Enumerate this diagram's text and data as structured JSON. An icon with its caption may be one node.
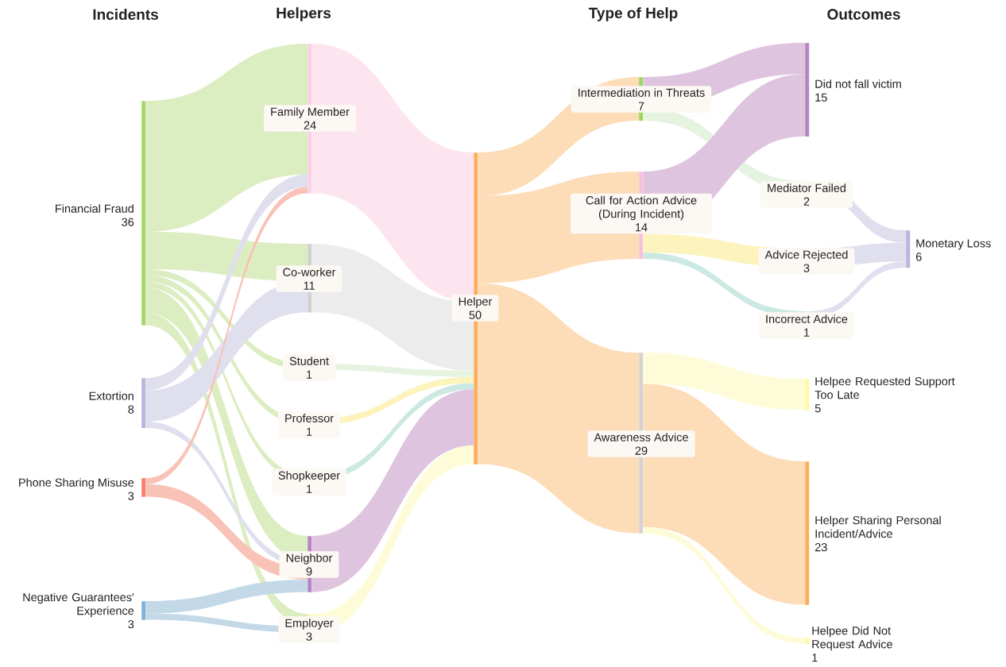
{
  "diagram": {
    "nodes": [
      {
        "text": [
          "Financial Fraud",
          "36"
        ]
      },
      {
        "text": [
          "Extortion",
          "8"
        ]
      },
      {
        "text": [
          "Phone Sharing Misuse",
          "3"
        ]
      },
      {
        "text": [
          "Negative Guarantees' Experience",
          "3"
        ]
      },
      {
        "text": [
          "Family Member",
          "24"
        ]
      },
      {
        "text": [
          "Co-worker",
          "11"
        ]
      },
      {
        "text": [
          "Student",
          "1"
        ]
      },
      {
        "text": [
          "Professor",
          "1"
        ]
      },
      {
        "text": [
          "Shopkeeper",
          "1"
        ]
      },
      {
        "text": [
          "Neighbor",
          "9"
        ]
      },
      {
        "text": [
          "Employer",
          "3"
        ]
      },
      {
        "text": [
          "Helper",
          "50"
        ]
      },
      {
        "text": [
          "Intermediation in Threats",
          "7"
        ]
      },
      {
        "text": [
          "Call for Action Advice (During Incident)",
          "14"
        ]
      },
      {
        "text": [
          "Awareness Advice",
          "29"
        ]
      },
      {
        "text": [
          "Did not fall victim",
          "15"
        ]
      },
      {
        "text": [
          "Mediator Failed",
          "2"
        ]
      },
      {
        "text": [
          "Advice Rejected",
          "3"
        ]
      },
      {
        "text": [
          "Incorrect Advice",
          "1"
        ]
      },
      {
        "text": [
          "Helpee Requested Support Too Late",
          "5"
        ]
      },
      {
        "text": [
          "Helper Sharing Personal Incident/Advice",
          "23"
        ]
      },
      {
        "text": [
          "Helpee Did Not Request Advice",
          "1"
        ]
      },
      {
        "text": [
          "Monetary Loss",
          "6"
        ]
      }
    ],
    "edges": [
      {
        "from": 0,
        "to": 4,
        "arrow": "none",
        "color": "#dcedc1"
      },
      {
        "from": 0,
        "to": 5,
        "arrow": "none",
        "color": "#dcedc1"
      },
      {
        "from": 0,
        "to": 6,
        "arrow": "none",
        "color": "#dcedc1"
      },
      {
        "from": 0,
        "to": 7,
        "arrow": "none",
        "color": "#dcedc1"
      },
      {
        "from": 0,
        "to": 8,
        "arrow": "none",
        "color": "#dcedc1"
      },
      {
        "from": 0,
        "to": 9,
        "arrow": "none",
        "color": "#dcedc1"
      },
      {
        "from": 0,
        "to": 10,
        "arrow": "none",
        "color": "#dcedc1"
      },
      {
        "from": 1,
        "to": 4,
        "arrow": "none",
        "color": "#dfdfee"
      },
      {
        "from": 1,
        "to": 5,
        "arrow": "none",
        "color": "#dfdfee"
      },
      {
        "from": 1,
        "to": 9,
        "arrow": "none",
        "color": "#dfdfee"
      },
      {
        "from": 2,
        "to": 4,
        "arrow": "none",
        "color": "#f9c2b6"
      },
      {
        "from": 2,
        "to": 9,
        "arrow": "none",
        "color": "#f9c2b6"
      },
      {
        "from": 3,
        "to": 9,
        "arrow": "none",
        "color": "#c3d9e8"
      },
      {
        "from": 3,
        "to": 10,
        "arrow": "none",
        "color": "#c3d9e8"
      },
      {
        "from": 4,
        "to": 11,
        "arrow": "none",
        "color": "#fde5f0"
      },
      {
        "from": 5,
        "to": 11,
        "arrow": "none",
        "color": "#ececec"
      },
      {
        "from": 6,
        "to": 11,
        "arrow": "none",
        "color": "#e6f3e0"
      },
      {
        "from": 7,
        "to": 11,
        "arrow": "none",
        "color": "#fdf3bc"
      },
      {
        "from": 8,
        "to": 11,
        "arrow": "none",
        "color": "#cbe9e2"
      },
      {
        "from": 9,
        "to": 11,
        "arrow": "none",
        "color": "#dfc4e0"
      },
      {
        "from": 10,
        "to": 11,
        "arrow": "none",
        "color": "#fefcd8"
      },
      {
        "from": 11,
        "to": 12,
        "arrow": "none",
        "color": "#fddcb8"
      },
      {
        "from": 11,
        "to": 13,
        "arrow": "none",
        "color": "#fddcb8"
      },
      {
        "from": 11,
        "to": 14,
        "arrow": "none",
        "color": "#fddcb8"
      },
      {
        "from": 12,
        "to": 15,
        "arrow": "none",
        "color": "#dfc4e0"
      },
      {
        "from": 12,
        "to": 16,
        "arrow": "none",
        "color": "#e6f3e0"
      },
      {
        "from": 13,
        "to": 15,
        "arrow": "none",
        "color": "#dfc4e0"
      },
      {
        "from": 13,
        "to": 17,
        "arrow": "none",
        "color": "#fdf3bc"
      },
      {
        "from": 13,
        "to": 18,
        "arrow": "none",
        "color": "#cbe9e2"
      },
      {
        "from": 14,
        "to": 19,
        "arrow": "none",
        "color": "#fefcd8"
      },
      {
        "from": 14,
        "to": 20,
        "arrow": "none",
        "color": "#fddcb8"
      },
      {
        "from": 14,
        "to": 21,
        "arrow": "none",
        "color": "#fefcd8"
      },
      {
        "from": 16,
        "to": 22,
        "arrow": "none",
        "color": "#dfdfee"
      },
      {
        "from": 17,
        "to": 22,
        "arrow": "none",
        "color": "#dfdfee"
      },
      {
        "from": 18,
        "to": 22,
        "arrow": "none",
        "color": "#dfdfee"
      }
    ],
    "labels": [
      "Incidents",
      "Helpers",
      "Type of Help",
      "Outcomes"
    ]
  }
}
